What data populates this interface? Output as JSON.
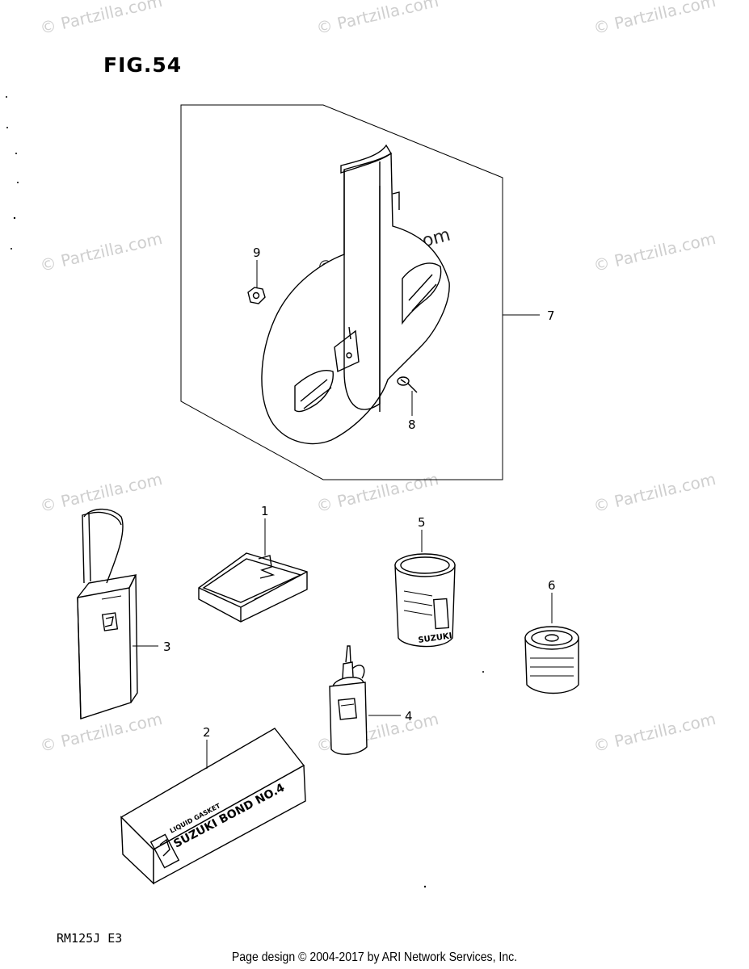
{
  "figure": {
    "title": "FIG.54",
    "model_code": "RM125J E3"
  },
  "footer": {
    "text": "Page design © 2004-2017 by ARI Network Services, Inc."
  },
  "watermark": {
    "text": "© Partzilla.com",
    "prominent_text": "© Partzilla.com"
  },
  "callouts": {
    "c1": "1",
    "c2": "2",
    "c3": "3",
    "c4": "4",
    "c5": "5",
    "c6": "6",
    "c7": "7",
    "c8": "8",
    "c9": "9"
  },
  "product_labels": {
    "gasket_small": "LIQUID GASKET",
    "gasket_main": "SUZUKI BOND NO.4",
    "can_brand": "SUZUKI"
  }
}
